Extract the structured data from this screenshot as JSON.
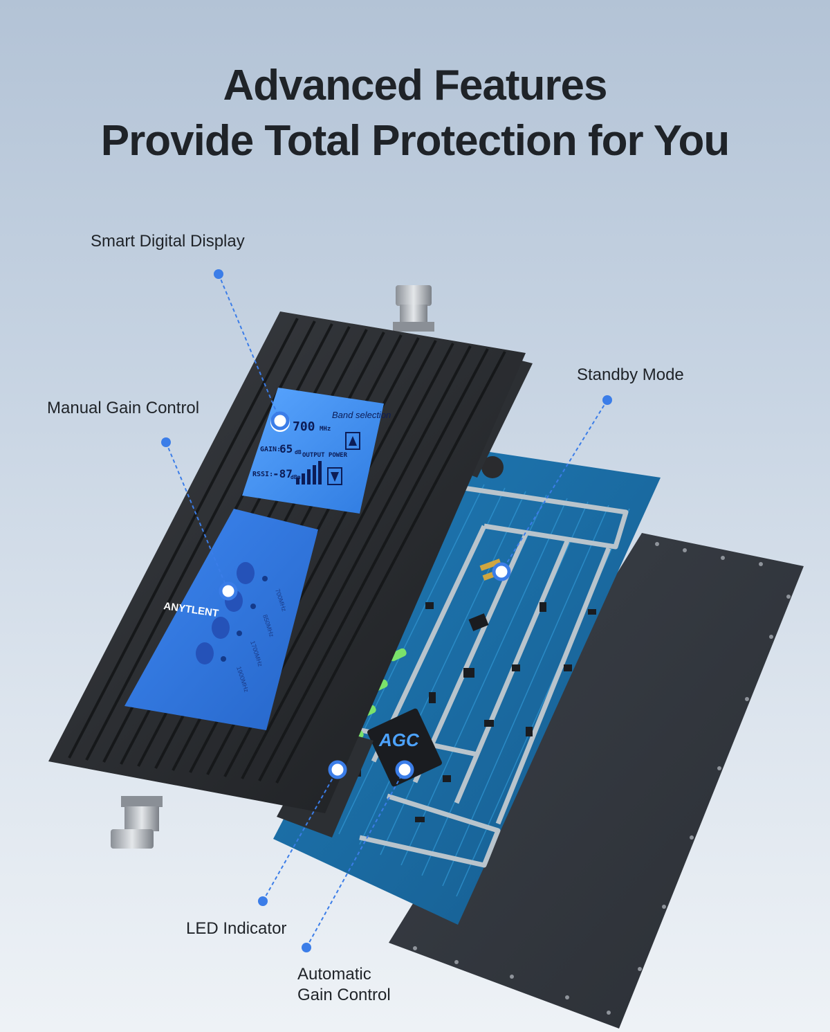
{
  "headline": {
    "line1": "Advanced Features",
    "line2": "Provide Total Protection for You"
  },
  "callouts": {
    "smart_display": "Smart Digital Display",
    "manual_gain": "Manual Gain Control",
    "standby": "Standby Mode",
    "led": "LED Indicator",
    "agc_line1": "Automatic",
    "agc_line2": "Gain Control"
  },
  "device": {
    "brand": "ANYTLENT",
    "lcd": {
      "band_selection": "Band selection",
      "frequency": "700",
      "frequency_unit": "MHz",
      "gain_label": "GAIN:",
      "gain_value": "65",
      "gain_unit": "dB",
      "output_power": "OUTPUT POWER",
      "rssi_label": "RSSI:",
      "rssi_value": "-87",
      "rssi_unit": "dBm"
    },
    "bands": [
      "700MHz",
      "850MHz",
      "1700MHz",
      "1900MHz"
    ],
    "chip_label": "AGC"
  },
  "colors": {
    "accent": "#3b7de8",
    "text": "#1f2328",
    "lcd": "#3d8bf0",
    "pcb": "#1d6fa8",
    "housing": "#26282c"
  }
}
